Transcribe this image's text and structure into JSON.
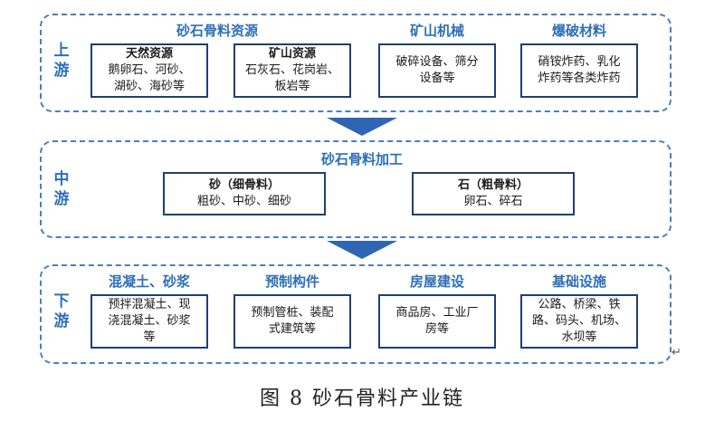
{
  "upstream": {
    "stage_label": "上\n游",
    "group_heading": "砂石骨料资源",
    "natural": {
      "title": "天然资源",
      "lines": [
        "鹅卵石、河砂、",
        "湖砂、海砂等"
      ]
    },
    "mining": {
      "title": "矿山资源",
      "lines": [
        "石灰石、花岗岩、",
        "板岩等"
      ]
    },
    "machinery": {
      "heading": "矿山机械",
      "lines": [
        "破碎设备、筛分",
        "设备等"
      ]
    },
    "explosives": {
      "heading": "爆破材料",
      "lines": [
        "硝铵炸药、乳化",
        "炸药等各类炸药"
      ]
    }
  },
  "midstream": {
    "stage_label": "中\n游",
    "heading": "砂石骨料加工",
    "sand": {
      "title": "砂（细骨料）",
      "line": "粗砂、中砂、细砂"
    },
    "stone": {
      "title": "石（粗骨料）",
      "line": "卵石、碎石"
    }
  },
  "downstream": {
    "stage_label": "下\n游",
    "concrete": {
      "heading": "混凝土、砂浆",
      "lines": [
        "预拌混凝土、现",
        "浇混凝土、砂浆",
        "等"
      ]
    },
    "precast": {
      "heading": "预制构件",
      "lines": [
        "预制管桩、装配",
        "式建筑等"
      ]
    },
    "housing": {
      "heading": "房屋建设",
      "lines": [
        "商品房、工业厂",
        "房等"
      ]
    },
    "infrastructure": {
      "heading": "基础设施",
      "lines": [
        "公路、桥梁、铁",
        "路、码头、机场、",
        "水坝等"
      ]
    }
  },
  "caption": "图 8 砂石骨料产业链",
  "return_mark": "↵",
  "colors": {
    "accent": "#2e6fb8",
    "box_border": "#1f3f74",
    "stage_border": "#4a7fc0",
    "arrow": "#2f66b3"
  }
}
